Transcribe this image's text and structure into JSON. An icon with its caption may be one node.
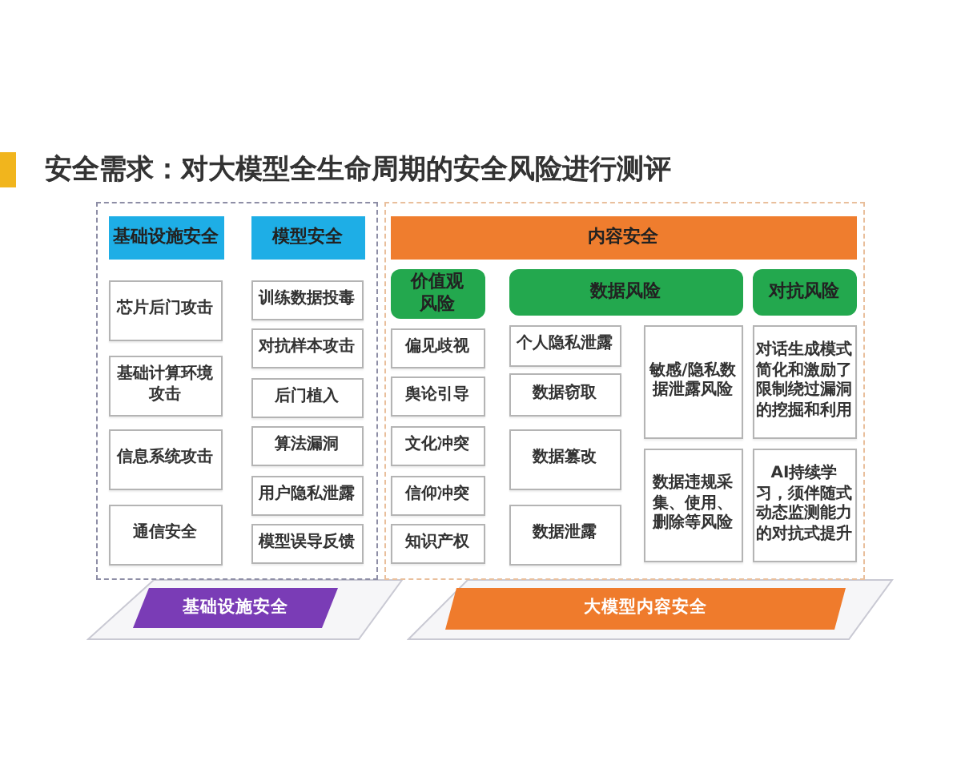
{
  "diagram": {
    "title": "安全需求：对大模型全生命周期的安全风险进行测评",
    "nodes": [
      {
        "text": [],
        "shape": "box"
      },
      {
        "text": [
          "基础设施安全"
        ],
        "in": 0
      },
      {
        "text": [
          "模型安全"
        ],
        "in": 0
      },
      {
        "text": [
          "芯片后门攻击"
        ],
        "in": 0
      },
      {
        "text": [
          "基础计算环境攻击"
        ],
        "in": 0
      },
      {
        "text": [
          "信息系统攻击"
        ],
        "in": 0
      },
      {
        "text": [
          "通信安全"
        ],
        "in": 0
      },
      {
        "text": [
          "训练数据投毒"
        ],
        "in": 0
      },
      {
        "text": [
          "对抗样本攻击"
        ],
        "in": 0
      },
      {
        "text": [
          "后门植入"
        ],
        "in": 0
      },
      {
        "text": [
          "算法漏洞"
        ],
        "in": 0
      },
      {
        "text": [
          "用户隐私泄露"
        ],
        "in": 0
      },
      {
        "text": [
          "模型误导反馈"
        ],
        "in": 0
      },
      {
        "text": [],
        "shape": "box"
      },
      {
        "text": [
          "内容安全"
        ],
        "in": 13
      },
      {
        "text": [
          "价值观风险"
        ],
        "in": 13
      },
      {
        "text": [
          "数据风险"
        ],
        "in": 13
      },
      {
        "text": [
          "对抗风险"
        ],
        "in": 13
      },
      {
        "text": [
          "偏见歧视"
        ],
        "in": 13
      },
      {
        "text": [
          "舆论引导"
        ],
        "in": 13
      },
      {
        "text": [
          "文化冲突"
        ],
        "in": 13
      },
      {
        "text": [
          "信仰冲突"
        ],
        "in": 13
      },
      {
        "text": [
          "知识产权"
        ],
        "in": 13
      },
      {
        "text": [
          "个人隐私泄露"
        ],
        "in": 13
      },
      {
        "text": [
          "数据窃取"
        ],
        "in": 13
      },
      {
        "text": [
          "数据篡改"
        ],
        "in": 13
      },
      {
        "text": [
          "数据泄露"
        ],
        "in": 13
      },
      {
        "text": [
          "敏感/隐私数据泄露风险"
        ],
        "in": 13
      },
      {
        "text": [
          "数据违规采集、使用、删除等风险"
        ],
        "in": 13
      },
      {
        "text": [
          "对话生成模式简化和激励了限制绕过漏洞的挖掘和利用"
        ],
        "in": 13
      },
      {
        "text": [
          "AI持续学习，须伴随式动态监测能力的对抗式提升"
        ],
        "in": 13
      },
      {
        "text": [
          "基础设施安全"
        ]
      },
      {
        "text": [
          "大模型内容安全"
        ]
      }
    ]
  }
}
